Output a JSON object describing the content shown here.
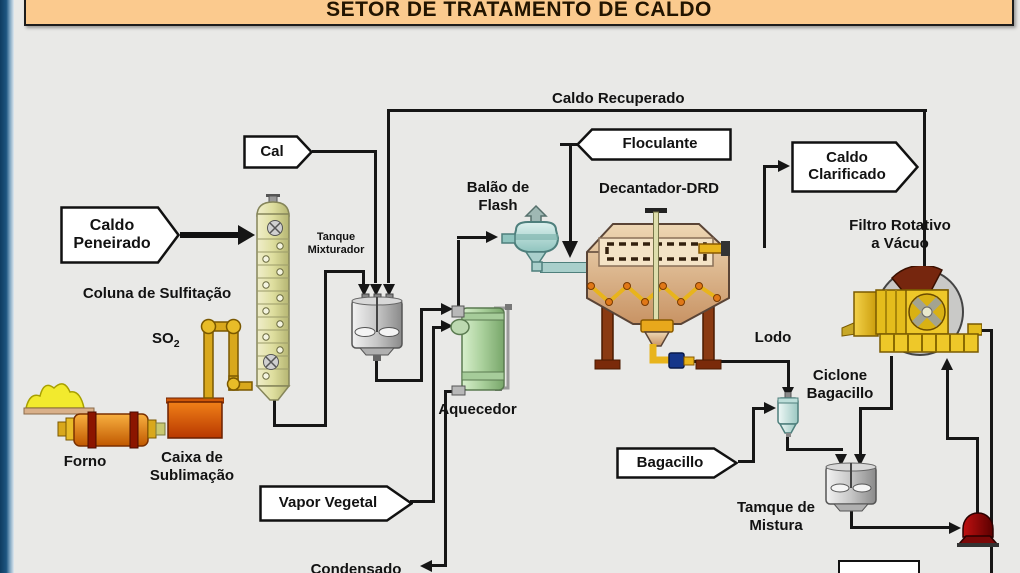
{
  "title_banner": {
    "text": "SETOR DE TRATAMENTO DE CALDO"
  },
  "stream_labels": {
    "caldo_recuperado": "Caldo Recuperado",
    "so2_base": "SO",
    "so2_sub": "2",
    "lodo": "Lodo",
    "condensado": "Condensado"
  },
  "tags": {
    "caldo_peneirado": [
      "Caldo",
      "Peneirado"
    ],
    "cal": "Cal",
    "floculante": "Floculante",
    "caldo_clarificado": [
      "Caldo",
      "Clarificado"
    ],
    "vapor_vegetal": "Vapor Vegetal",
    "bagacillo": "Bagacillo"
  },
  "equipment_labels": {
    "coluna_sulfitacao": "Coluna de Sulfitação",
    "tanque_mixturador": [
      "Tanque",
      "Mixturador"
    ],
    "forno": "Forno",
    "caixa_sublimacao": [
      "Caixa de",
      "Sublimação"
    ],
    "balao_flash": [
      "Balão de",
      "Flash"
    ],
    "aquecedor": "Aquecedor",
    "decantador": "Decantador-DRD",
    "filtro_rotativo": [
      "Filtro Rotativo",
      "a Vácuo"
    ],
    "ciclone_bagacillo": [
      "Ciclone",
      "Bagacillo"
    ],
    "tanque_mistura": [
      "Tamque de",
      "Mistura"
    ]
  },
  "colors": {
    "banner_bg": "#fbca8e",
    "canvas_bg": "#e9e9e7",
    "line": "#161616",
    "sidebar_navy": "#0e3c61",
    "tag_bg": "#ffffff",
    "column_body": "#dede9e",
    "heater_body": "#a8cf9a",
    "flash_body": "#bfe0dc",
    "decanter_body": "#e3c49c",
    "filter_gold": "#e4bc1c",
    "furnace_orange": "#e07818",
    "pump_red": "#8b0000",
    "valve_blue": "#16368a"
  }
}
